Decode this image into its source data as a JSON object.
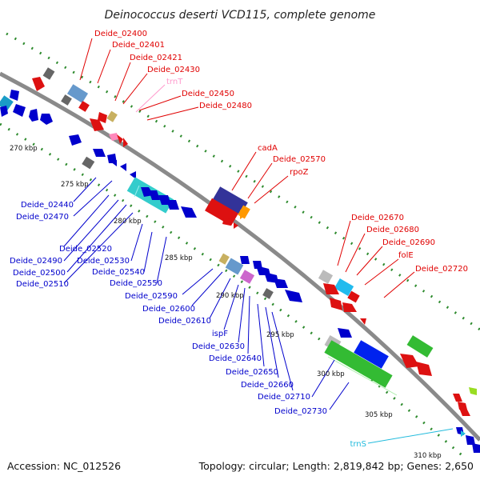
{
  "title": "Deinococcus deserti VCD115, complete genome",
  "footer": {
    "accession": "Accession: NC_012526",
    "summary": "Topology: circular; Length: 2,819,842 bp; Genes: 2,650"
  },
  "colors": {
    "forward_label": "#e00000",
    "reverse_label": "#0000cc",
    "trna_forward": "#ff99cc",
    "trna_reverse": "#22bbdd",
    "backbone": "#888888",
    "tick_dots": "#2e8b2e"
  },
  "scale_ticks": [
    "270 kbp",
    "275 kbp",
    "280 kbp",
    "285 kbp",
    "290 kbp",
    "295 kbp",
    "300 kbp",
    "305 kbp",
    "310 kbp"
  ],
  "forward_labels": [
    "Deide_02400",
    "Deide_02401",
    "Deide_02421",
    "Deide_02430",
    "trnT",
    "Deide_02450",
    "Deide_02480",
    "cadA",
    "Deide_02570",
    "rpoZ",
    "Deide_02670",
    "Deide_02680",
    "Deide_02690",
    "folE",
    "Deide_02720"
  ],
  "reverse_labels": [
    "Deide_02440",
    "Deide_02470",
    "Deide_02520",
    "Deide_02490",
    "Deide_02530",
    "Deide_02500",
    "Deide_02540",
    "Deide_02510",
    "Deide_02550",
    "Deide_02590",
    "Deide_02600",
    "Deide_02610",
    "ispF",
    "Deide_02630",
    "Deide_02640",
    "Deide_02650",
    "Deide_02660",
    "Deide_02710",
    "Deide_02730",
    "trnS"
  ]
}
